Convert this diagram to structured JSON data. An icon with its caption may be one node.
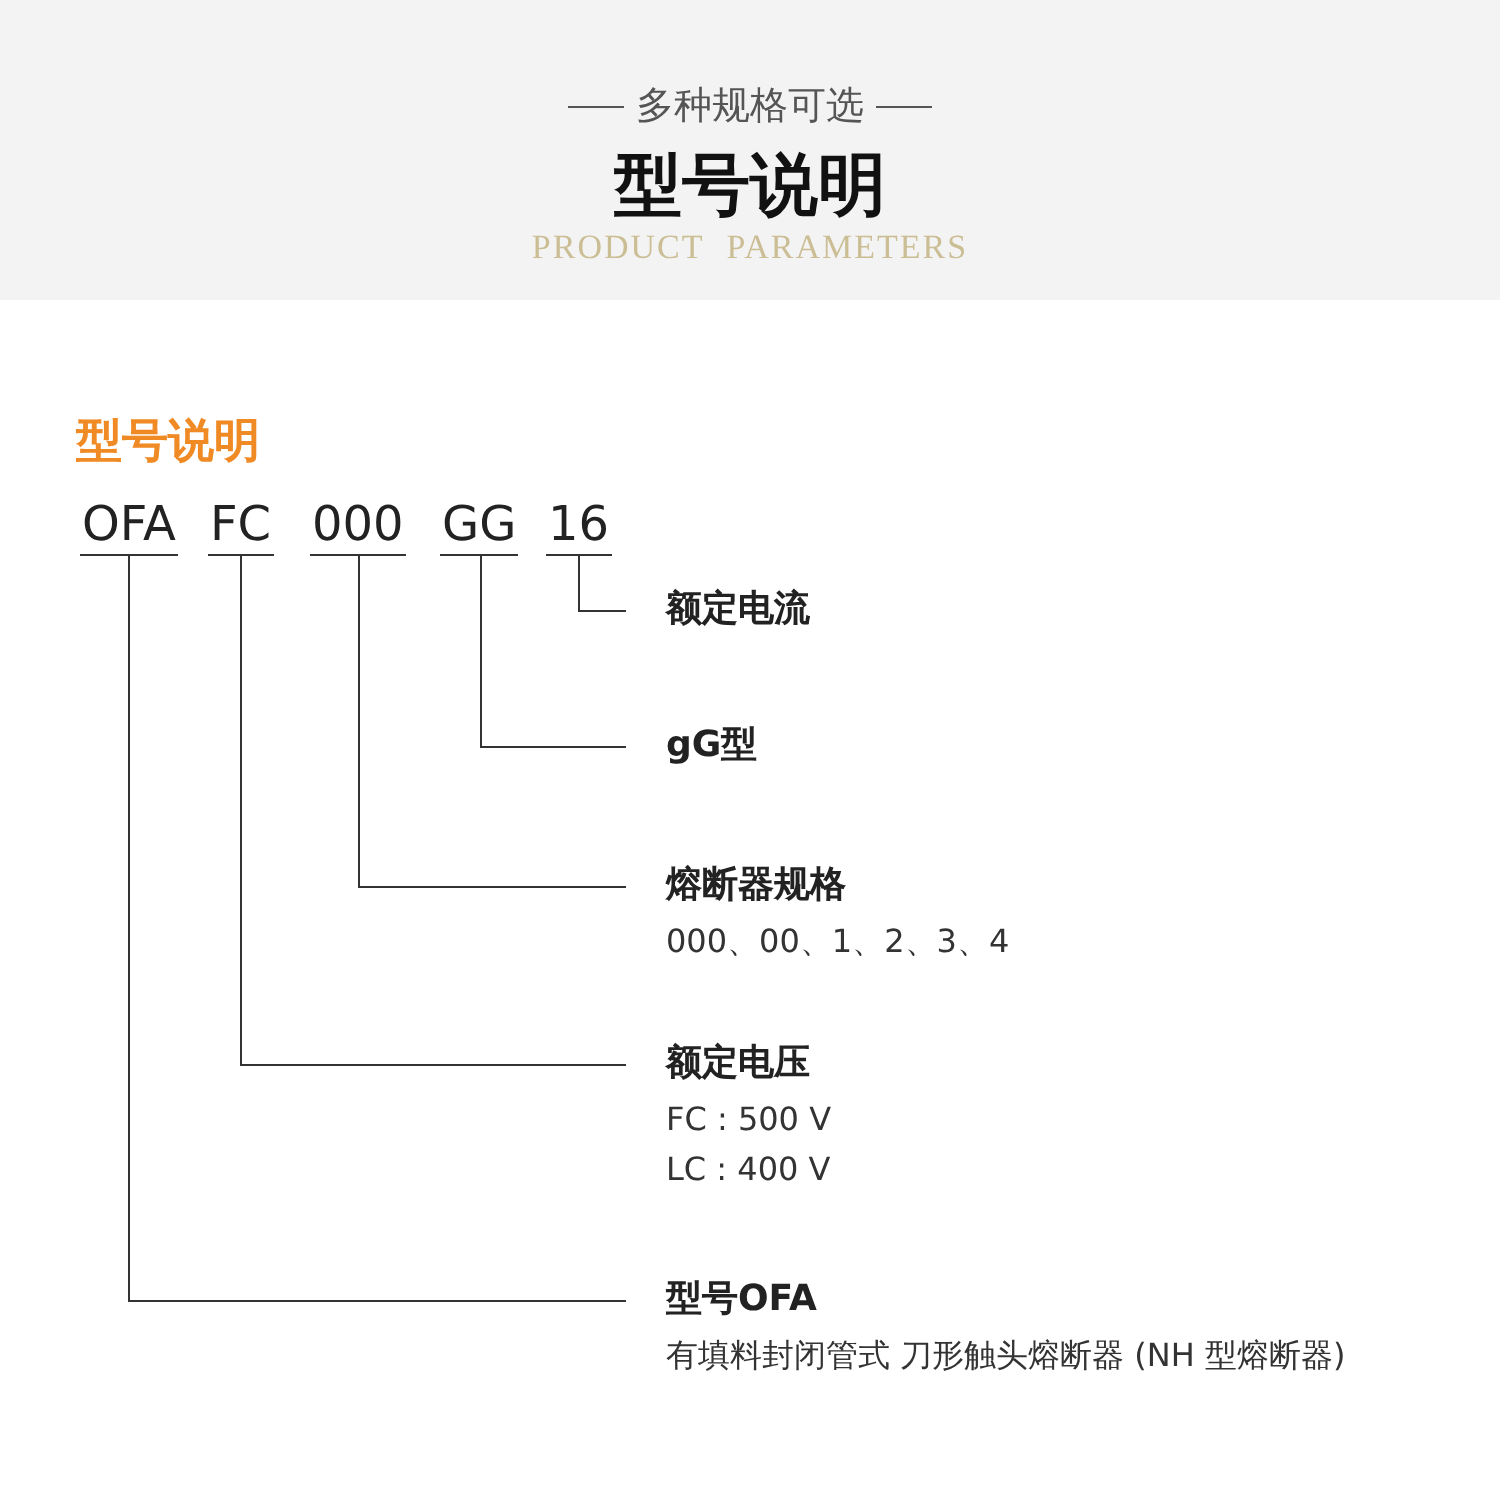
{
  "diagram": {
    "title": "型号说明",
    "nodes": [
      {
        "text": [
          "OFA"
        ]
      },
      {
        "text": [
          "FC"
        ]
      },
      {
        "text": [
          "000"
        ]
      },
      {
        "text": [
          "GG"
        ]
      },
      {
        "text": [
          "16"
        ]
      },
      {
        "text": [
          "额定电流"
        ]
      },
      {
        "text": [
          "gG型"
        ]
      },
      {
        "text": [
          "熔断器规格",
          "000、00、1、2、3、4"
        ]
      },
      {
        "text": [
          "额定电压",
          "FC : 500 V",
          "LC : 400 V"
        ]
      },
      {
        "text": [
          "型号OFA",
          "有填料封闭管式 刀形触头熔断器 (NH 型熔断器)"
        ]
      }
    ],
    "edges": [
      {
        "from": 4,
        "to": 5,
        "arrow": "none"
      },
      {
        "from": 3,
        "to": 6,
        "arrow": "none"
      },
      {
        "from": 2,
        "to": 7,
        "arrow": "none"
      },
      {
        "from": 1,
        "to": 8,
        "arrow": "none"
      },
      {
        "from": 0,
        "to": 9,
        "arrow": "none"
      }
    ],
    "labels": [
      "多种规格可选",
      "PRODUCT PARAMETERS",
      "型号说明"
    ]
  }
}
